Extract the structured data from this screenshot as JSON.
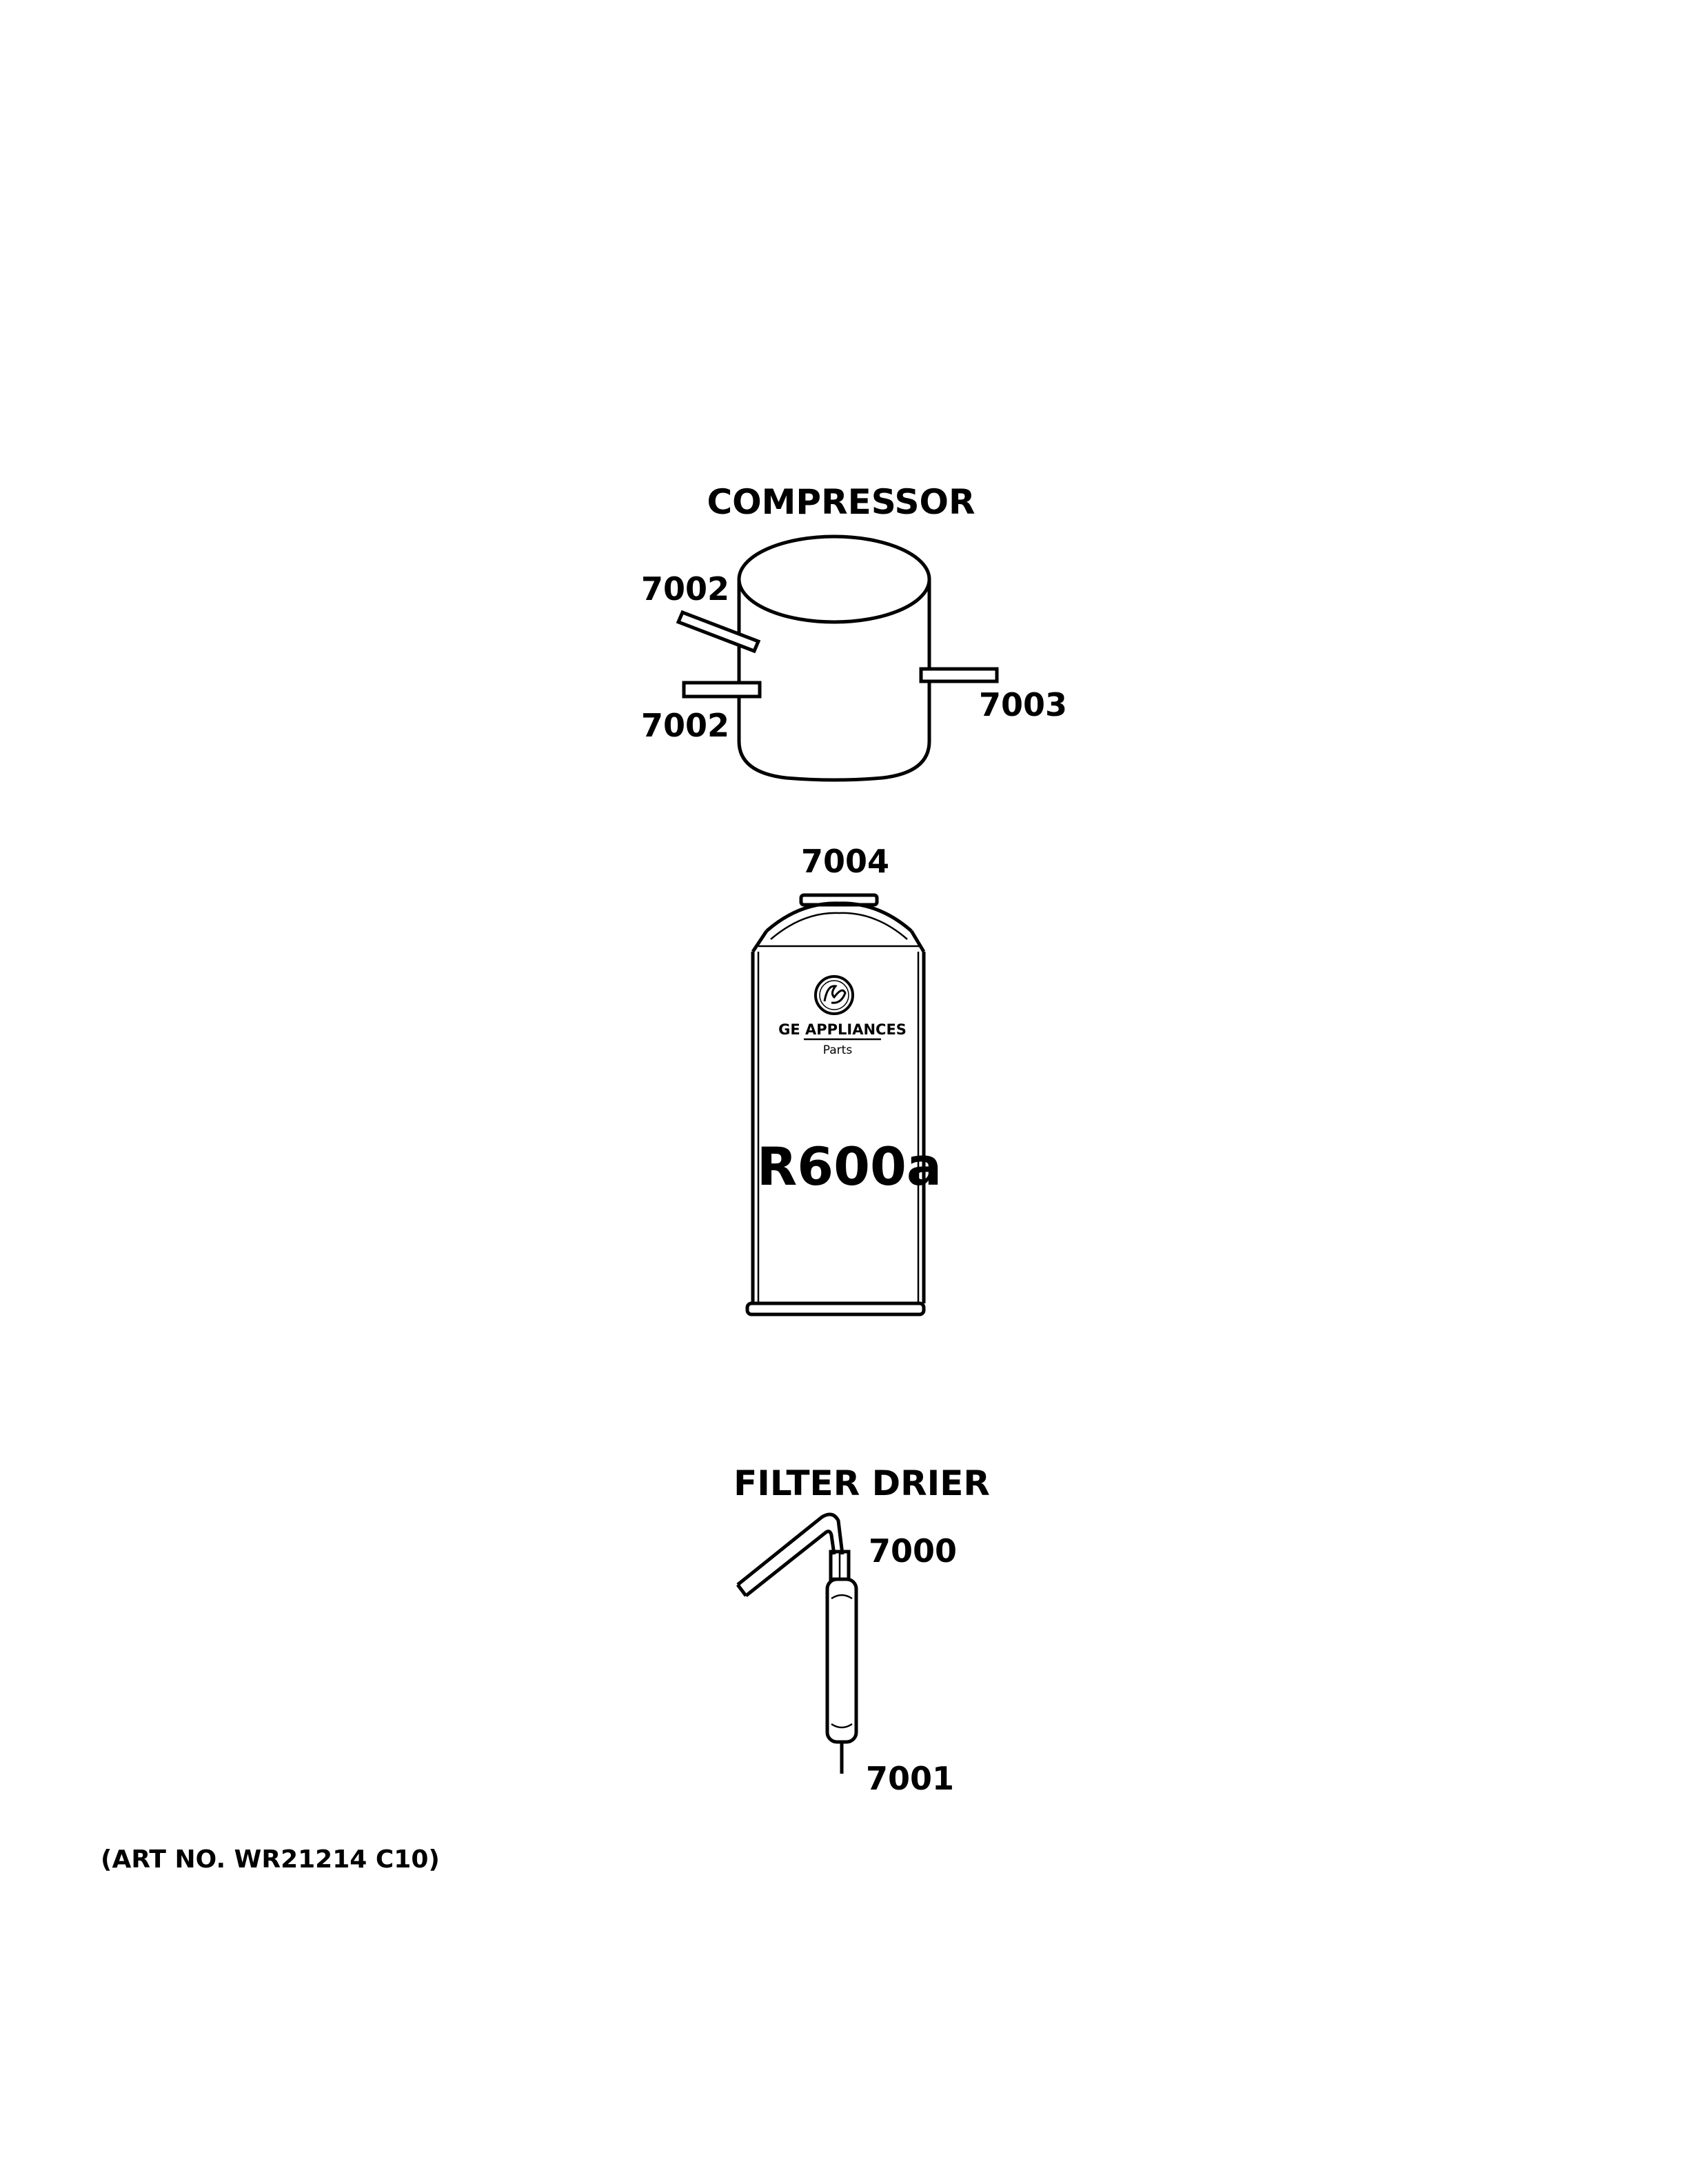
{
  "sections": {
    "compressor_title": "COMPRESSOR",
    "filter_drier_title": "FILTER DRIER"
  },
  "callouts": {
    "c7002_upper": "7002",
    "c7002_lower": "7002",
    "c7003": "7003",
    "c7004": "7004",
    "c7000": "7000",
    "c7001": "7001"
  },
  "can": {
    "brand": "GE APPLIANCES",
    "brand_sub": "Parts",
    "refrigerant": "R600a"
  },
  "footer": {
    "art_number": "(ART NO. WR21214 C10)"
  }
}
